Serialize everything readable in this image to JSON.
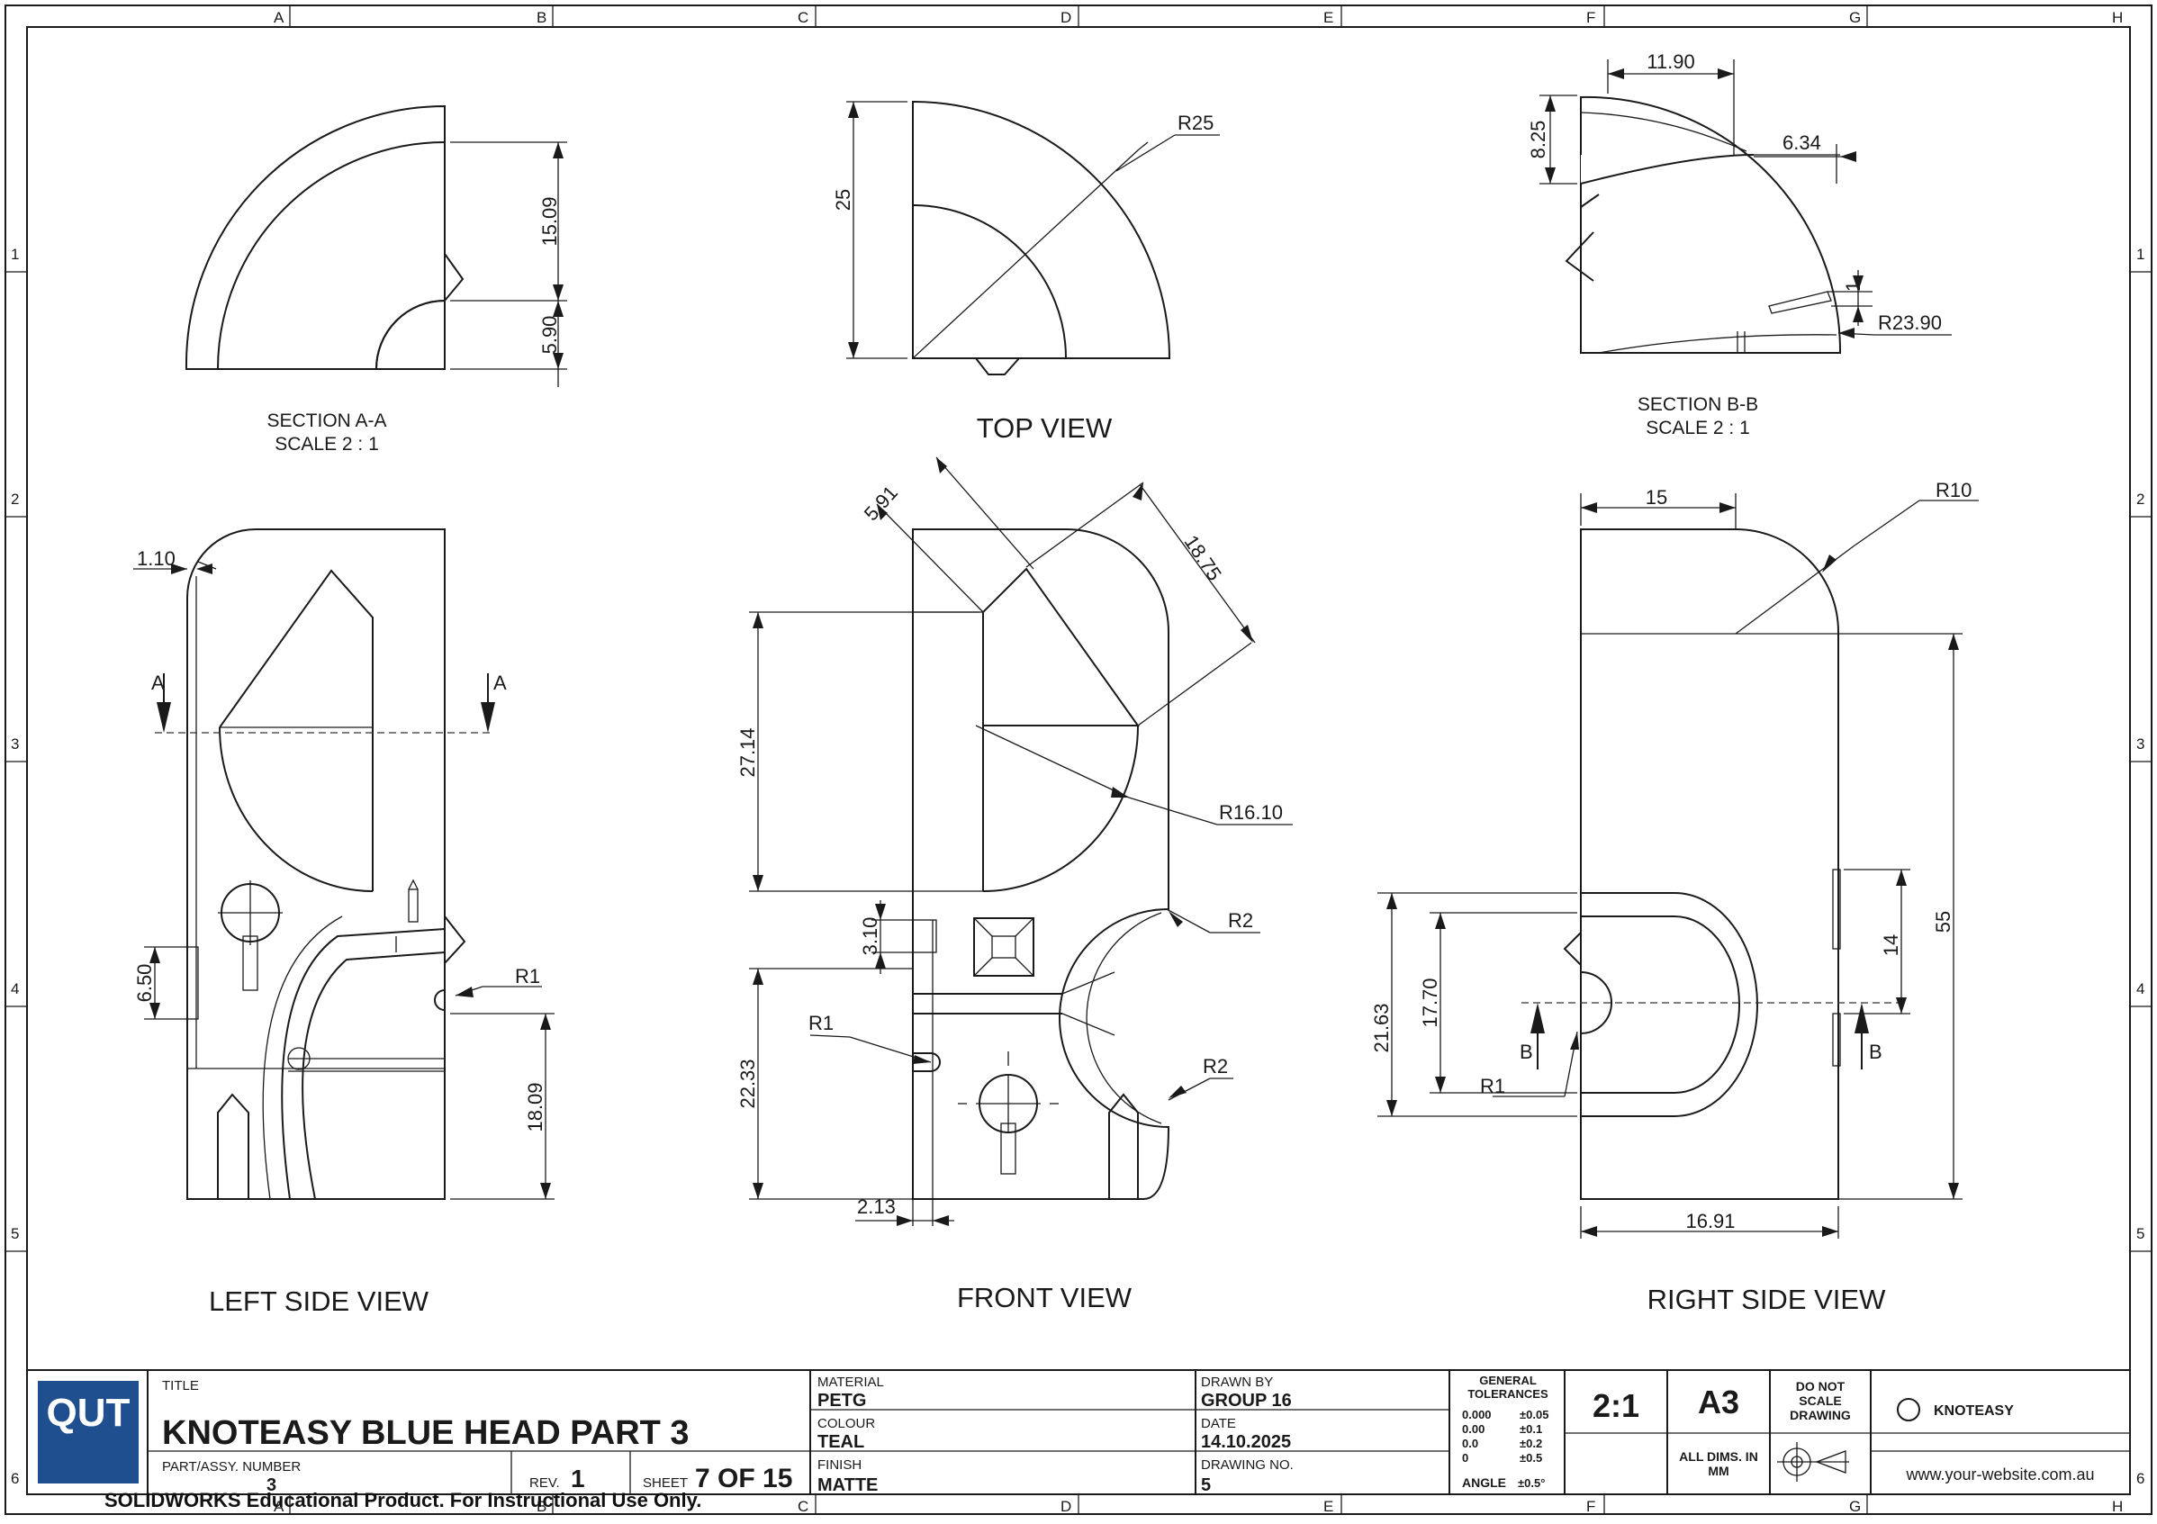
{
  "border": {
    "columns": [
      "A",
      "B",
      "C",
      "D",
      "E",
      "F",
      "G",
      "H"
    ],
    "rows": [
      "1",
      "2",
      "3",
      "4",
      "5",
      "6"
    ]
  },
  "views": {
    "section_aa": {
      "title": "SECTION A-A",
      "scale": "SCALE 2 : 1",
      "dims": [
        "15.09",
        "5.90"
      ]
    },
    "top": {
      "title": "TOP VIEW",
      "dims": [
        "25",
        "R25"
      ]
    },
    "section_bb": {
      "title": "SECTION B-B",
      "scale": "SCALE 2 : 1",
      "dims": [
        "11.90",
        "8.25",
        "6.34",
        "1",
        "R23.90"
      ]
    },
    "left": {
      "title": "LEFT SIDE VIEW",
      "dims": [
        "1.10",
        "6.50",
        "R1",
        "18.09"
      ],
      "cut_label": "A"
    },
    "front": {
      "title": "FRONT VIEW",
      "dims": [
        "5.91",
        "18.75",
        "27.14",
        "R16.10",
        "3.10",
        "R2",
        "22.33",
        "R1",
        "R2",
        "2.13"
      ]
    },
    "right": {
      "title": "RIGHT SIDE VIEW",
      "dims": [
        "15",
        "R10",
        "55",
        "14",
        "21.63",
        "17.70",
        "R1",
        "16.91"
      ],
      "cut_label": "B"
    }
  },
  "title_block": {
    "logo": "QUT",
    "title_label": "TITLE",
    "title": "KNOTEASY BLUE HEAD PART 3",
    "part_label": "PART/ASSY. NUMBER",
    "part_number": "3",
    "rev_label": "REV.",
    "rev": "1",
    "sheet_label": "SHEET",
    "sheet": "7 OF 15",
    "material_label": "MATERIAL",
    "material": "PETG",
    "colour_label": "COLOUR",
    "colour": "TEAL",
    "finish_label": "FINISH",
    "finish": "MATTE",
    "drawn_by_label": "DRAWN BY",
    "drawn_by": "GROUP 16",
    "date_label": "DATE",
    "date": "14.10.2025",
    "drawing_no_label": "DRAWING NO.",
    "drawing_no": "5",
    "tolerances_label": "GENERAL TOLERANCES",
    "tolerances": [
      {
        "format": "0.000",
        "value": "±0.05"
      },
      {
        "format": "0.00",
        "value": "±0.1"
      },
      {
        "format": "0.0",
        "value": "±0.2"
      },
      {
        "format": "0",
        "value": "±0.5"
      }
    ],
    "angle_label": "ANGLE",
    "angle_value": "±0.5°",
    "scale": "2:1",
    "paper": "A3",
    "all_dims": "ALL DIMS. IN MM",
    "do_not_scale": "DO NOT SCALE DRAWING",
    "company": "KNOTEASY",
    "website": "www.your-website.com.au"
  },
  "watermark": "SOLIDWORKS Educational Product. For Instructional Use Only."
}
